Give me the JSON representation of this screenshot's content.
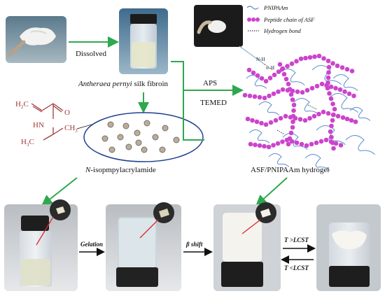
{
  "labels": {
    "dissolved": "Dissolved",
    "silk_fibroin_italic": "Antheraea pernyi",
    "silk_fibroin_rest": " silk fibroin",
    "aps": "APS",
    "temed": "TEMED",
    "monomer_italic": "N",
    "monomer_rest": "-isopmpylacrylamide",
    "hydrogel": "ASF/PNIPAAm hydrogel",
    "gelation": "Gelation",
    "beta_shift": "β shift",
    "t_above": "T >LCST",
    "t_below": "T <LCST"
  },
  "legend": {
    "pnipaam": "PNIPAAm",
    "peptide": "Peptide chain of ASF",
    "hbond": "Hydrogen bond"
  },
  "chemistry": {
    "h2c": "H",
    "h2c_sub": "2",
    "h2c_c": "C",
    "o": "O",
    "nh": "N",
    "nh_h": "H",
    "h3c_left": "H",
    "h3c_left_sub": "3",
    "h3c_left_c": "C",
    "ch3": "CH",
    "ch3_sub": "3",
    "nh_bond": "N-H",
    "oh_bond": "o–H"
  },
  "colors": {
    "arrow_green": "#2fa84f",
    "peptide_magenta": "#cc44cc",
    "pnipaam_blue": "#5b8bd0",
    "chem_red": "#a03a3a"
  }
}
